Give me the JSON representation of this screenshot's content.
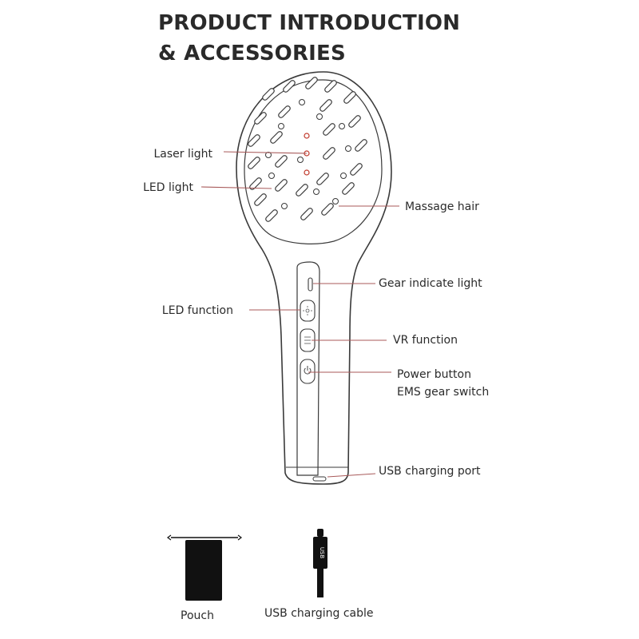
{
  "title": {
    "line1": "PRODUCT INTRODUCTION",
    "line2": "& ACCESSORIES"
  },
  "callouts": {
    "laser_light": "Laser light",
    "led_light": "LED light",
    "massage_hair": "Massage hair",
    "gear_indicate_light": "Gear indicate light",
    "led_function": "LED function",
    "vr_function": "VR function",
    "power_button": "Power button",
    "ems_gear_switch": "EMS gear switch",
    "usb_charging_port": "USB charging port"
  },
  "accessories": {
    "pouch": "Pouch",
    "usb_cable": "USB charging cable",
    "usb_plug_text": "USB"
  },
  "colors": {
    "outline": "#3a3a3a",
    "leader_line": "#a85a5a",
    "laser_dot": "#c0392b",
    "text": "#2b2b2b"
  }
}
